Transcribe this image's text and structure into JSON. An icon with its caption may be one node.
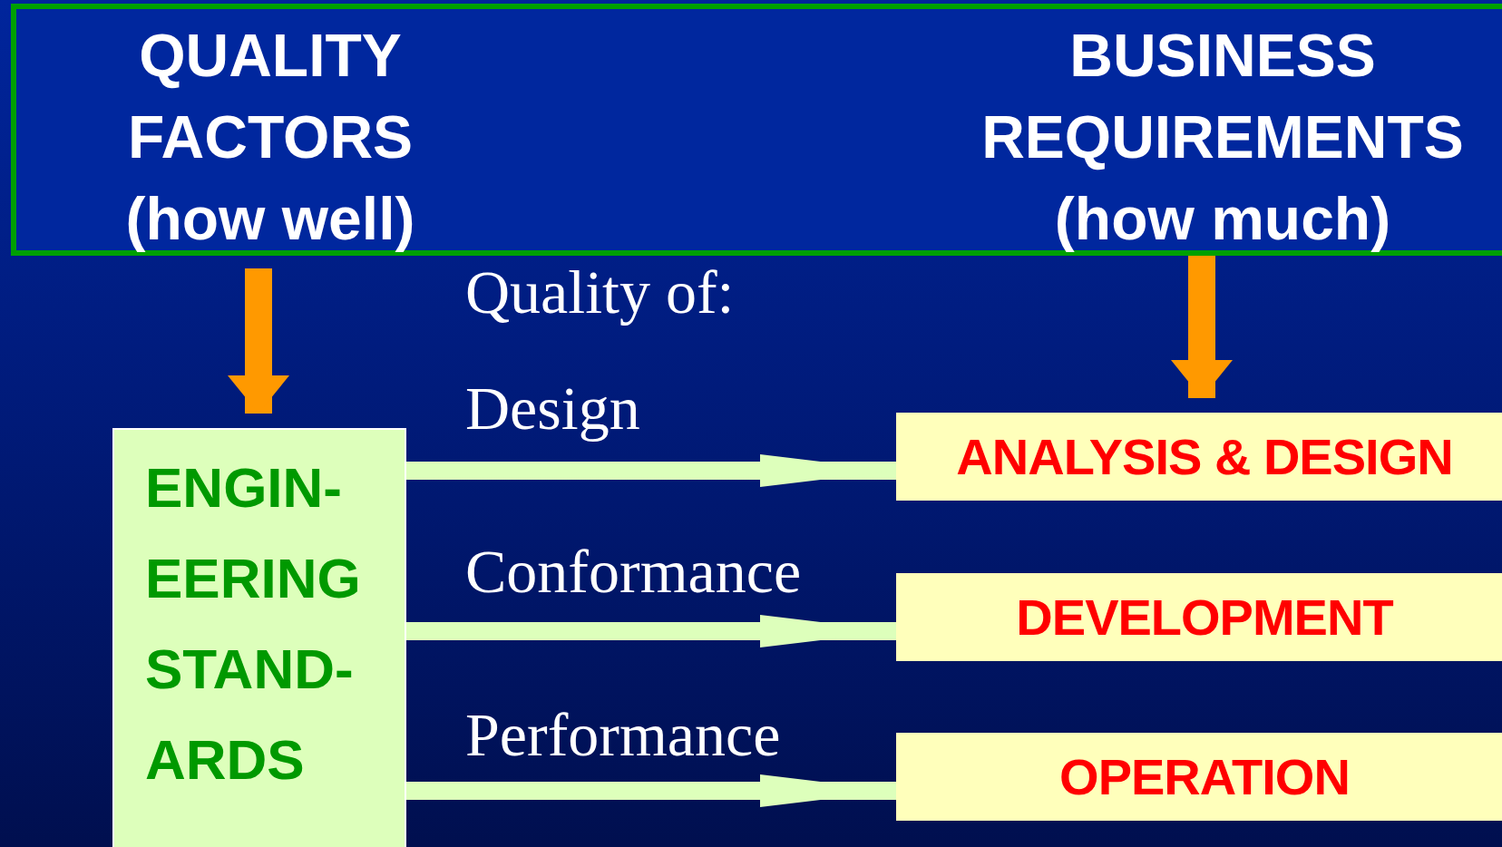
{
  "diagram": {
    "nodes": [
      {
        "text": [
          "QUALITY FACTORS (how well)",
          "BUSINESS REQUIREMENTS (how much)"
        ]
      },
      {
        "text": [
          "ENGIN- EERING STAND- ARDS"
        ]
      },
      {
        "text": [
          "ANALYSIS & DESIGN"
        ]
      },
      {
        "text": [
          "DEVELOPMENT"
        ]
      },
      {
        "text": [
          "OPERATION"
        ]
      }
    ],
    "edges": [
      {
        "from": 0,
        "to": 1,
        "arrow": "to",
        "color": "#ff9900"
      },
      {
        "from": 0,
        "to": 2,
        "arrow": "to",
        "color": "#ff9900"
      },
      {
        "from": 1,
        "to": 2,
        "arrow": "to",
        "label": "Design"
      },
      {
        "from": 1,
        "to": 3,
        "arrow": "to",
        "label": "Conformance"
      },
      {
        "from": 1,
        "to": 4,
        "arrow": "to",
        "label": "Performance"
      }
    ],
    "labels": [
      "Quality of:"
    ]
  }
}
